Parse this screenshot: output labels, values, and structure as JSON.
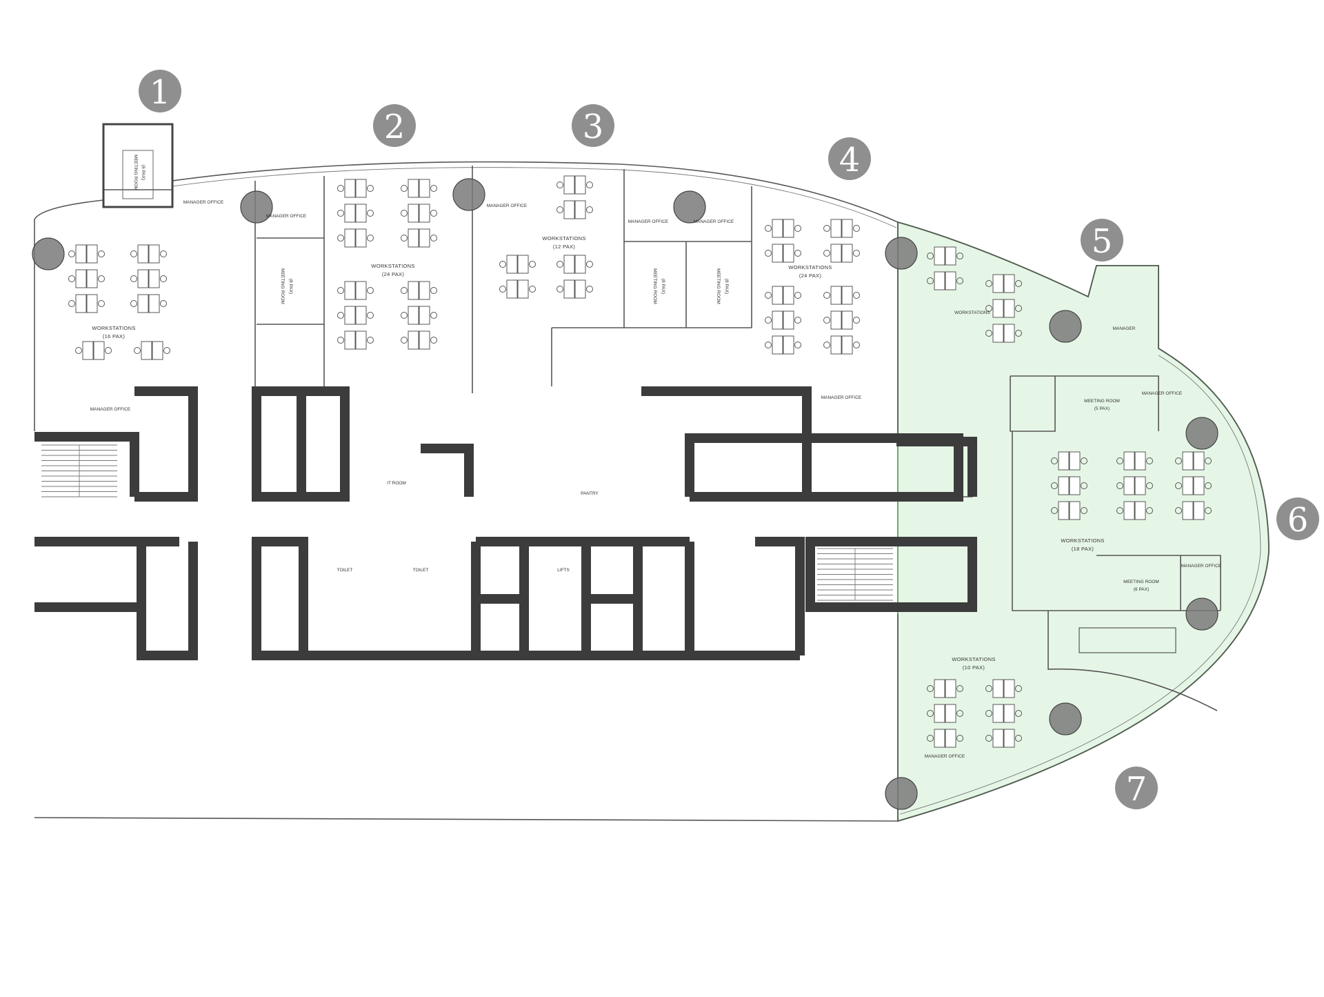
{
  "colors": {
    "highlight": "#e6f6e6",
    "highlight_stroke": "#6ea86e",
    "marker": "#8f8f8f",
    "column": "#7a7a7a",
    "wall": "#3c3c3c"
  },
  "zone_markers": [
    "1",
    "2",
    "3",
    "4",
    "5",
    "6",
    "7"
  ],
  "rooms": {
    "meeting_room_1": "MEETING ROOM",
    "meeting_room_1_pax": "(6 PAX)",
    "manager_office_a": "MANAGER OFFICE",
    "manager_office_b": "MANAGER OFFICE",
    "meeting_room_2": "MEETING ROOM",
    "meeting_room_2_pax": "(8 PAX)",
    "workstations_16": "WORKSTATIONS",
    "workstations_16_pax": "(16 PAX)",
    "manager_office_c": "MANAGER OFFICE",
    "workstations_24a": "WORKSTATIONS",
    "workstations_24a_pax": "(24 PAX)",
    "it_room": "IT ROOM",
    "manager_office_d": "MANAGER OFFICE",
    "workstations_12": "WORKSTATIONS",
    "workstations_12_pax": "(12 PAX)",
    "manager_office_e": "MANAGER OFFICE",
    "manager_office_f": "MANAGER OFFICE",
    "meeting_room_3": "MEETING ROOM",
    "meeting_room_3_pax": "(8 PAX)",
    "meeting_room_4": "MEETING ROOM",
    "meeting_room_4_pax": "(8 PAX)",
    "pantry": "PANTRY",
    "workstations_24b": "WORKSTATIONS",
    "workstations_24b_pax": "(24 PAX)",
    "manager_office_g": "MANAGER OFFICE",
    "toilet_a": "TOILET",
    "toilet_b": "TOILET",
    "lifts": "LIFTS",
    "workstations_z5": "WORKSTATIONS",
    "manager_z5": "MANAGER",
    "meeting_room_5": "MEETING ROOM",
    "meeting_room_5_pax": "(5 PAX)",
    "manager_office_h": "MANAGER OFFICE",
    "workstations_18": "WORKSTATIONS",
    "workstations_18_pax": "(18 PAX)",
    "meeting_room_6": "MEETING ROOM",
    "meeting_room_6_pax": "(6 PAX)",
    "manager_office_i": "MANAGER OFFICE",
    "workstations_10": "WORKSTATIONS",
    "workstations_10_pax": "(10 PAX)",
    "manager_office_j": "MANAGER OFFICE"
  }
}
